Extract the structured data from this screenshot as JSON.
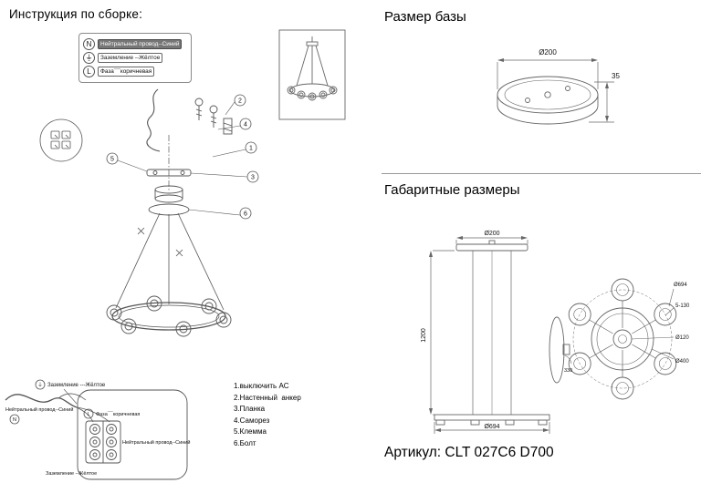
{
  "assembly": {
    "title": "Инструкция по сборке:",
    "legend": [
      {
        "symbol": "N",
        "label": "Нейтральный провод--Синий"
      },
      {
        "symbol": "⏚",
        "label": "Заземление --Жёлтое"
      },
      {
        "symbol": "L",
        "label": "Фаза¯¯коричневая"
      }
    ],
    "callouts": [
      "1",
      "2",
      "3",
      "4",
      "5",
      "6"
    ],
    "parts": [
      "1.выключить AC",
      "2.Настенный  анкер",
      "3.Планка",
      "4.Саморез",
      "5.Клемма",
      "6.Болт"
    ],
    "wiring_labels": {
      "ground_top": "Заземление ---Жёлтое",
      "neutral_left": "Нейтральный провод--Синий",
      "phase": "Фаза¯¯коричневая",
      "neutral_bottom": "Нейтральный провод--Синий",
      "ground_bottom": "Заземление --Жёлтое"
    }
  },
  "base_section": {
    "title": "Размер базы",
    "diameter": "Ø200",
    "height": "35"
  },
  "dimensions_section": {
    "title": "Габаритные размеры",
    "front": {
      "top_diameter": "Ø200",
      "height": "1200",
      "bottom_diameter": "Ø694"
    },
    "top_view": {
      "outer_diameter": "Ø694",
      "lamp_size": "5-130",
      "hub_diameter": "Ø120",
      "ring_diameter": "Ø400",
      "angle": "330"
    }
  },
  "article": "Артикул: CLT 027C6 D700"
}
